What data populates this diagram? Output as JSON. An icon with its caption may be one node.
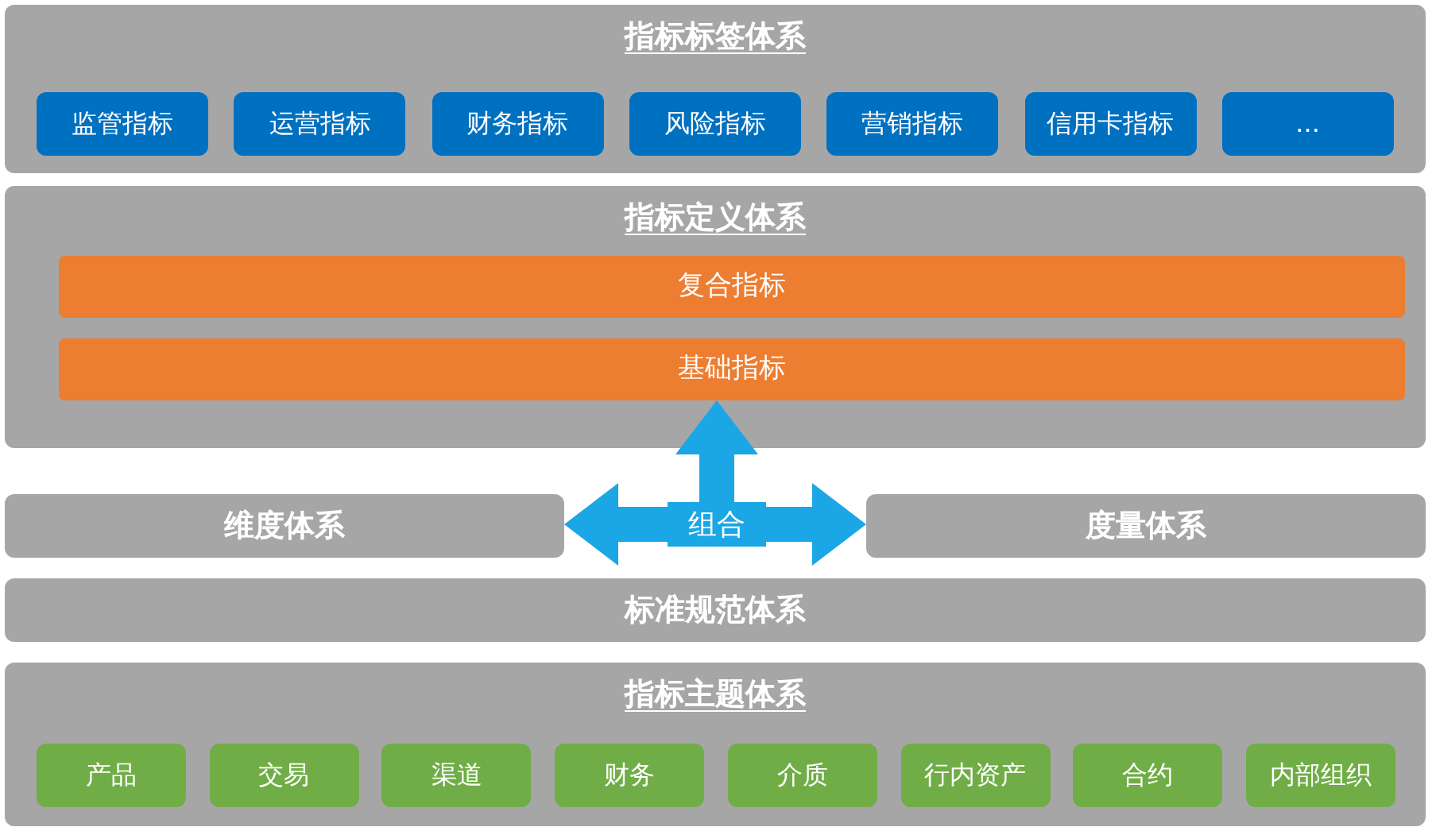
{
  "diagram": {
    "nodes": [
      {
        "text": [
          "指标标签体系"
        ]
      },
      {
        "text": [
          "监管指标"
        ],
        "in": 0
      },
      {
        "text": [
          "运营指标"
        ],
        "in": 0
      },
      {
        "text": [
          "财务指标"
        ],
        "in": 0
      },
      {
        "text": [
          "风险指标"
        ],
        "in": 0
      },
      {
        "text": [
          "营销指标"
        ],
        "in": 0
      },
      {
        "text": [
          "信用卡指标"
        ],
        "in": 0
      },
      {
        "text": [
          "..."
        ],
        "in": 0
      },
      {
        "text": [
          "指标定义体系"
        ]
      },
      {
        "text": [
          "复合指标"
        ],
        "in": 8
      },
      {
        "text": [
          "基础指标"
        ],
        "in": 8
      },
      {
        "text": [
          "维度体系"
        ]
      },
      {
        "text": [
          "组合"
        ]
      },
      {
        "text": [
          "度量体系"
        ]
      },
      {
        "text": [
          "标准规范体系"
        ]
      },
      {
        "text": [
          "指标主题体系"
        ]
      },
      {
        "text": [
          "产品"
        ],
        "in": 15
      },
      {
        "text": [
          "交易"
        ],
        "in": 15
      },
      {
        "text": [
          "渠道"
        ],
        "in": 15
      },
      {
        "text": [
          "财务"
        ],
        "in": 15
      },
      {
        "text": [
          "介质"
        ],
        "in": 15
      },
      {
        "text": [
          "行内资产"
        ],
        "in": 15
      },
      {
        "text": [
          "合约"
        ],
        "in": 15
      },
      {
        "text": [
          "内部组织"
        ],
        "in": 15
      }
    ],
    "edges": [
      {
        "from": 12,
        "to": 10,
        "arrow": "to"
      },
      {
        "from": 12,
        "to": 11,
        "arrow": "to"
      },
      {
        "from": 12,
        "to": 13,
        "arrow": "to"
      }
    ]
  }
}
